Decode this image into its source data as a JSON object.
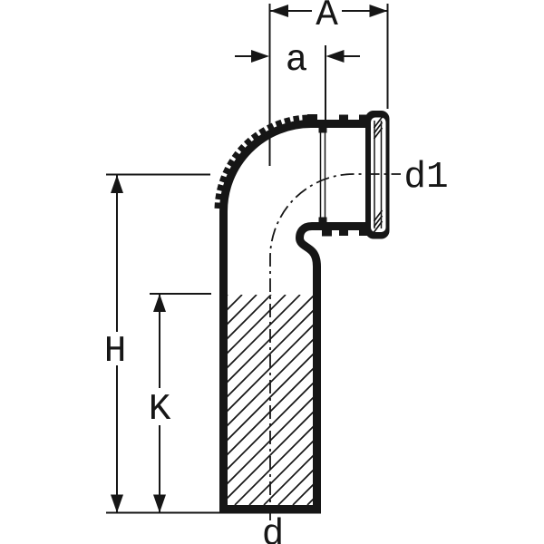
{
  "diagram": {
    "type": "technical-drawing",
    "dimension_labels": {
      "overall_width": "A",
      "socket_depth": "a",
      "socket_outer_diameter": "d1",
      "overall_height": "H",
      "insertion_depth": "K",
      "pipe_outer_diameter": "d"
    },
    "colors": {
      "line": "#161616",
      "background": "#ffffff"
    }
  }
}
